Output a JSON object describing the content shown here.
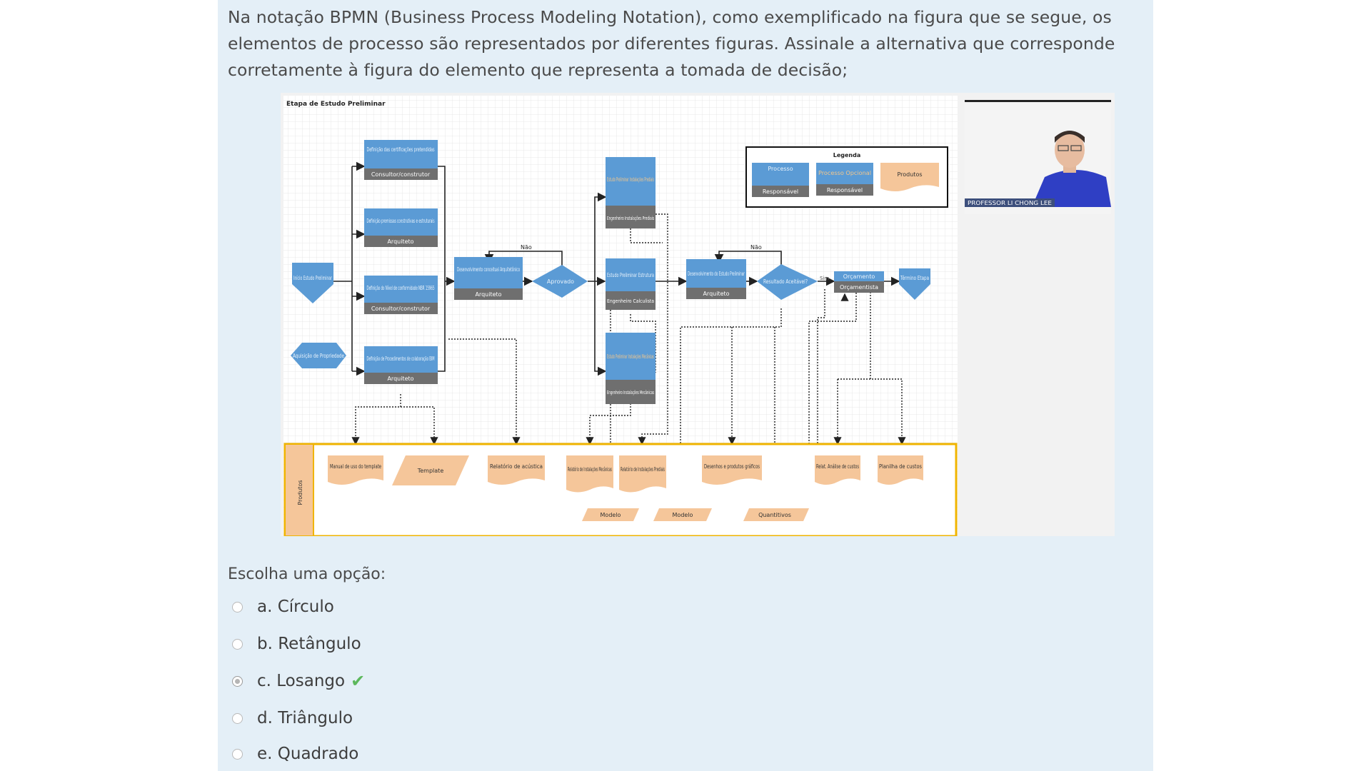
{
  "question": {
    "text": "Na notação BPMN (Business Process Modeling Notation), como exemplificado na figura que se segue, os elementos de processo são representados por diferentes figuras. Assinale a alternativa que corresponde corretamente à figura do elemento que representa a tomada de decisão;"
  },
  "diagram": {
    "title": "Etapa de Estudo Preliminar",
    "legend": {
      "title": "Legenda",
      "processo": "Processo",
      "processo_opcional": "Processo Opcional",
      "responsavel": "Responsável",
      "produtos": "Produtos"
    },
    "start_event": "Início Estudo Preliminar",
    "acquisition": "Aquisição de Propriedade",
    "end_event": "Término Etapa",
    "tasks": {
      "certificacoes": {
        "title": "Definição das certificações pretendidas",
        "role": "Consultor/construtor"
      },
      "premissas": {
        "title": "Definição premissas construtivas e estruturais",
        "role": "Arquiteto"
      },
      "nivel": {
        "title": "Definição do Nível de conformidade NBR 15965",
        "role": "Consultor/construtor"
      },
      "procedimentos": {
        "title": "Definição de Procedimentos de colaboração BIM",
        "role": "Arquiteto"
      },
      "conceitual": {
        "title": "Desenvolvimento conceitual Arquitetônico",
        "role": "Arquiteto"
      },
      "prediais": {
        "title": "Estudo Preliminar Instalações Prediais",
        "role": "Engenheiro Instalações Prediais"
      },
      "estrutura": {
        "title": "Estudo Preliminar Estrutura",
        "role": "Engenheiro Calculista"
      },
      "mecanicas": {
        "title": "Estudo Preliminar Instalações Mecânicas",
        "role": "Engenheiro Instalações Mecânicas"
      },
      "estudo": {
        "title": "Desenvolvimento do Estudo Preliminar",
        "role": "Arquiteto"
      },
      "orcamento": {
        "title": "Orçamento",
        "role": "Orçamentista"
      }
    },
    "gateways": {
      "aprovado": "Aprovado",
      "resultado": "Resultado Aceitável?",
      "nao": "Não",
      "sim": "Sim"
    },
    "products_label": "Produtos",
    "products": {
      "manual": "Manual de uso do template",
      "template": "Template",
      "acustica": "Relatório de acústica",
      "mecanicas": "Relatório de Instalações Mecânicas",
      "prediais": "Relatório de Instalações Prediais",
      "desenhos": "Desenhos e produtos gráficos",
      "analise": "Relat. Análise de custos",
      "planilha": "Planilha de custos",
      "modelo1": "Modelo",
      "modelo2": "Modelo",
      "quantitivos": "Quantitivos"
    },
    "video_caption": "PROFESSOR LI CHONG LEE"
  },
  "prompt": "Escolha uma opção:",
  "options": [
    {
      "label": "a. Círculo",
      "selected": false,
      "correct": false
    },
    {
      "label": "b. Retângulo",
      "selected": false,
      "correct": false
    },
    {
      "label": "c. Losango",
      "selected": true,
      "correct": true
    },
    {
      "label": "d. Triângulo",
      "selected": false,
      "correct": false
    },
    {
      "label": "e. Quadrado",
      "selected": false,
      "correct": false
    }
  ],
  "colors": {
    "panel": "#e4eff7",
    "process": "#5b9bd5",
    "role": "#6f6f6f",
    "product": "#f5c69a",
    "correct": "#5cb85c"
  }
}
